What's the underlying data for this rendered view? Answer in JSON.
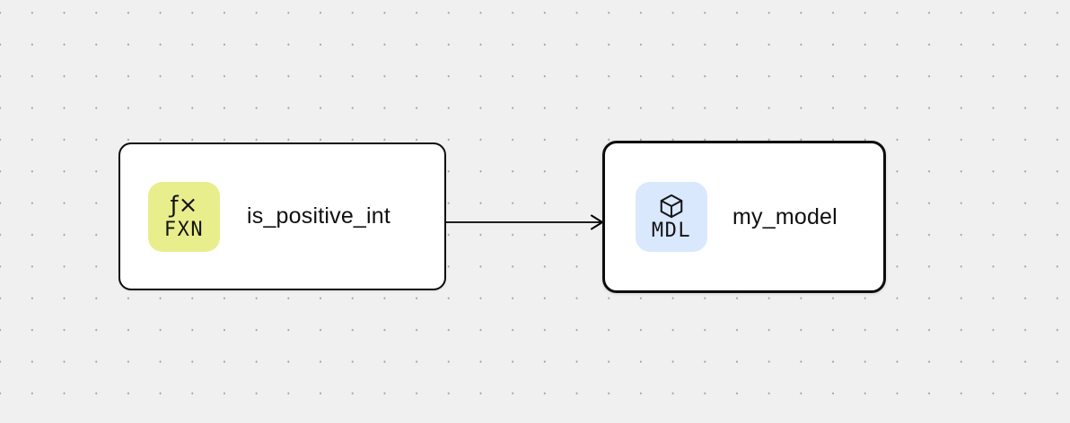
{
  "canvas": {
    "background_color": "#f0f0f0",
    "dot_color": "#a6a6a6",
    "node_border_color": "#0d0d0d",
    "node_background_color": "#ffffff"
  },
  "nodes": [
    {
      "label": "is_positive_int",
      "type": "function",
      "badge_text": "FXN",
      "badge_icon": "function-icon",
      "badge_icon_glyph": "ƒ×",
      "badge_color": "#e9ee8d",
      "selected": false
    },
    {
      "label": "my_model",
      "type": "model",
      "badge_text": "MDL",
      "badge_icon": "cube-icon",
      "badge_color": "#d9e8fc",
      "selected": true
    }
  ],
  "edges": [
    {
      "from": "is_positive_int",
      "to": "my_model",
      "direction": "right",
      "color": "#000000"
    }
  ]
}
